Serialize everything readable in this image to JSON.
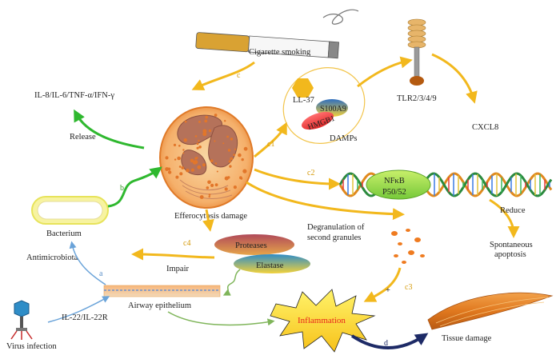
{
  "labels": {
    "cigarette": "Cigarette smoking",
    "cytokines": "IL-8/IL-6/TNF-α/IFN-γ",
    "release": "Release",
    "tlr": "TLR2/3/4/9",
    "cxcl8": "CXCL8",
    "ll37": "LL-37",
    "s100a9": "S100A9",
    "hmgb1": "HMGB1",
    "damps": "DAMPs",
    "nfkb": "NFκB",
    "p5052": "P50/52",
    "reduce": "Reduce",
    "spontaneous1": "Spontaneous",
    "spontaneous2": "apoptosis",
    "efferocytosis": "Efferocytosis damage",
    "degran1": "Degranulation of",
    "degran2": "second granules",
    "bacterium": "Bacterium",
    "antimicrobiota": "Antimicrobiota",
    "proteases": "Proteases",
    "elastase": "Elastase",
    "impair": "Impair",
    "airway": "Airway epithelium",
    "il22": "IL-22/IL-22R",
    "virus": "Virus infection",
    "inflammation": "Inflammation",
    "tissue": "Tissue damage",
    "plus": "+"
  },
  "steps": {
    "a": "a",
    "b": "b",
    "c": "c",
    "c1": "c1",
    "c2": "c2",
    "c3": "c3",
    "c4": "c4",
    "d": "d"
  },
  "colors": {
    "arrow_yellow": "#f2b81d",
    "arrow_green": "#2fb82f",
    "arrow_blue": "#6aa3d9",
    "arrow_olive": "#7fb55a",
    "arrow_navy": "#1d2a66",
    "inflammation_text": "#e8231b",
    "green_step": "#3a9a2a",
    "blue_step": "#5b8fc9",
    "yellow_step": "#d59a0a"
  },
  "icons": {
    "cigarette": "cigarette-icon",
    "cell": "neutrophil-cell",
    "receptor": "tlr-receptor-icon",
    "dna": "dna-helix-icon",
    "bacterium": "bacterium-icon",
    "virus": "virus-icon",
    "epithelium": "epithelium-layer",
    "burst": "inflammation-burst",
    "muscle": "muscle-tissue-icon"
  }
}
